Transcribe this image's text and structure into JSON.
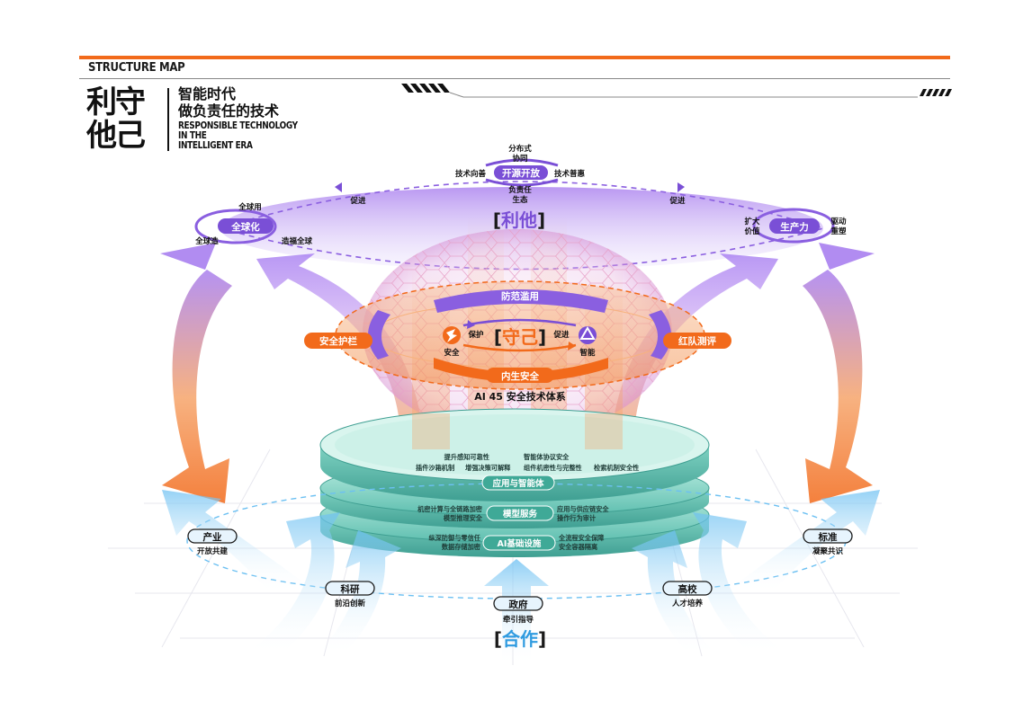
{
  "header": {
    "map_label": "STRUCTURE MAP",
    "big_title_line1": "利守",
    "big_title_line2": "他己",
    "cn_subtitle_line1": "智能时代",
    "cn_subtitle_line2": "做负责任的技术",
    "en_line1": "RESPONSIBLE TECHNOLOGY",
    "en_line2": "IN THE",
    "en_line3": "INTELLIGENT ERA"
  },
  "colors": {
    "orange": "#f26a1b",
    "purple": "#7a4fd6",
    "teal": "#4fb7a6",
    "blue": "#2f9be0",
    "dark": "#1a1a1a"
  },
  "top": {
    "center_badge": "开源开放",
    "center_above": "分布式协同",
    "above_line1": "分布式",
    "above_line2": "协同",
    "left_of_badge": "技术向善",
    "right_of_badge": "技术普惠",
    "below_line1": "负责任",
    "below_line2": "生态",
    "promote_left": "促进",
    "promote_right": "促进",
    "bracket_title": "利他",
    "global_badge": "全球化",
    "global_top": "全球用",
    "global_left": "全球造",
    "global_right": "造福全球",
    "prod_badge": "生产力",
    "prod_left_l1": "扩大",
    "prod_left_l2": "价值",
    "prod_right_l1": "驱动",
    "prod_right_l2": "重塑"
  },
  "middle": {
    "prevent": "防范滥用",
    "guard_left": "安全护栏",
    "guard_right": "红队测评",
    "center_title": "守己",
    "protect": "保护",
    "promote": "促进",
    "safety": "安全",
    "intelligence": "智能",
    "inherent": "内生安全",
    "system": "AI 45 安全技术体系"
  },
  "layers": {
    "app_title": "应用与智能体",
    "app_l1a": "提升感知可靠性",
    "app_l1b": "智能体协议安全",
    "app_l2a": "插件沙箱机制",
    "app_l2b": "增强决策可解释",
    "app_l2c": "组件机密性与完整性",
    "app_l2d": "检索机制安全性",
    "model_title": "模型服务",
    "model_la": "机密计算与全链路加密",
    "model_lb": "模型推理安全",
    "model_ra": "应用与供应链安全",
    "model_rb": "操作行为审计",
    "infra_title": "AI基础设施",
    "infra_la": "纵深防御与零信任",
    "infra_lb": "数据存储加密",
    "infra_ra": "全流程安全保障",
    "infra_rb": "安全容器隔离"
  },
  "bottom": {
    "industry": "产业",
    "industry_sub": "开放共建",
    "standard": "标准",
    "standard_sub": "凝聚共识",
    "research": "科研",
    "research_sub": "前沿创新",
    "university": "高校",
    "university_sub": "人才培养",
    "gov": "政府",
    "gov_sub": "牵引指导",
    "bracket_title": "合作"
  }
}
